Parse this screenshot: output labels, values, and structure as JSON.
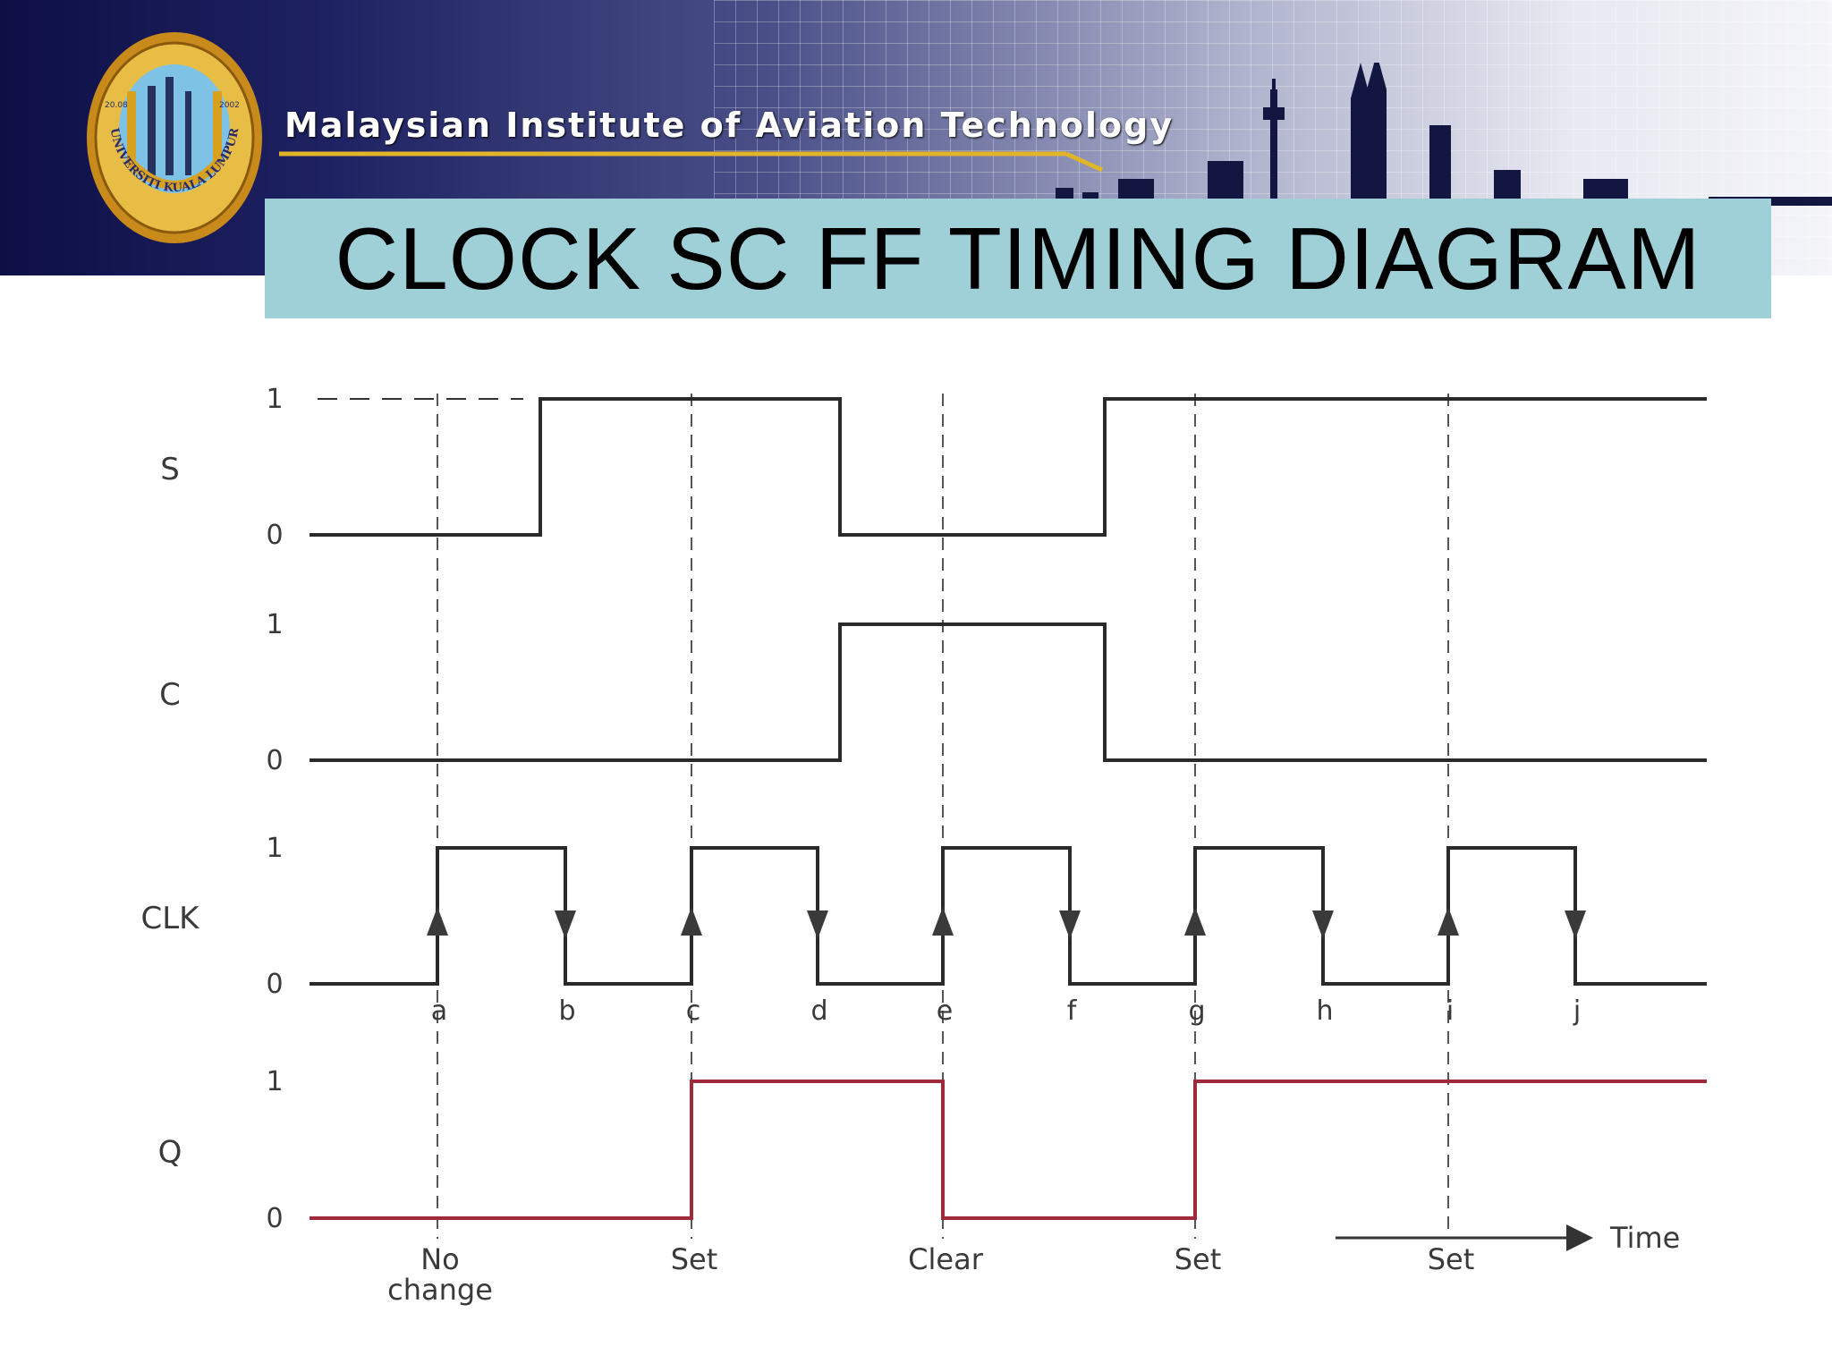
{
  "header": {
    "org_name": "Malaysian Institute of Aviation Technology",
    "slide_title": "CLOCK SC FF TIMING DIAGRAM",
    "logo_text": "UNIVERSITI KUALA LUMPUR",
    "logo_years": [
      "20.08",
      "2002"
    ]
  },
  "diagram": {
    "signals": [
      {
        "name": "S",
        "high_label": "1",
        "low_label": "0",
        "color": "#2a2a2a",
        "levels": [
          0,
          0,
          1,
          1,
          0,
          0,
          1,
          1,
          1,
          1,
          1
        ]
      },
      {
        "name": "C",
        "high_label": "1",
        "low_label": "0",
        "color": "#2a2a2a",
        "levels": [
          0,
          0,
          0,
          0,
          1,
          1,
          0,
          0,
          0,
          0,
          0
        ]
      },
      {
        "name": "CLK",
        "high_label": "1",
        "low_label": "0",
        "color": "#2a2a2a",
        "levels": [
          0,
          1,
          0,
          1,
          0,
          1,
          0,
          1,
          0,
          1,
          0
        ]
      },
      {
        "name": "Q",
        "high_label": "1",
        "low_label": "0",
        "color": "#9e2a3c",
        "levels": [
          0,
          0,
          0,
          1,
          1,
          0,
          0,
          1,
          1,
          1,
          1
        ]
      }
    ],
    "clock_points": [
      "a",
      "b",
      "c",
      "d",
      "e",
      "f",
      "g",
      "h",
      "i",
      "j"
    ],
    "results": [
      {
        "at": "a",
        "lines": [
          "No",
          "change"
        ]
      },
      {
        "at": "c",
        "lines": [
          "Set"
        ]
      },
      {
        "at": "e",
        "lines": [
          "Clear"
        ]
      },
      {
        "at": "g",
        "lines": [
          "Set"
        ]
      },
      {
        "at": "i",
        "lines": [
          "Set"
        ]
      }
    ],
    "time_label": "Time"
  }
}
